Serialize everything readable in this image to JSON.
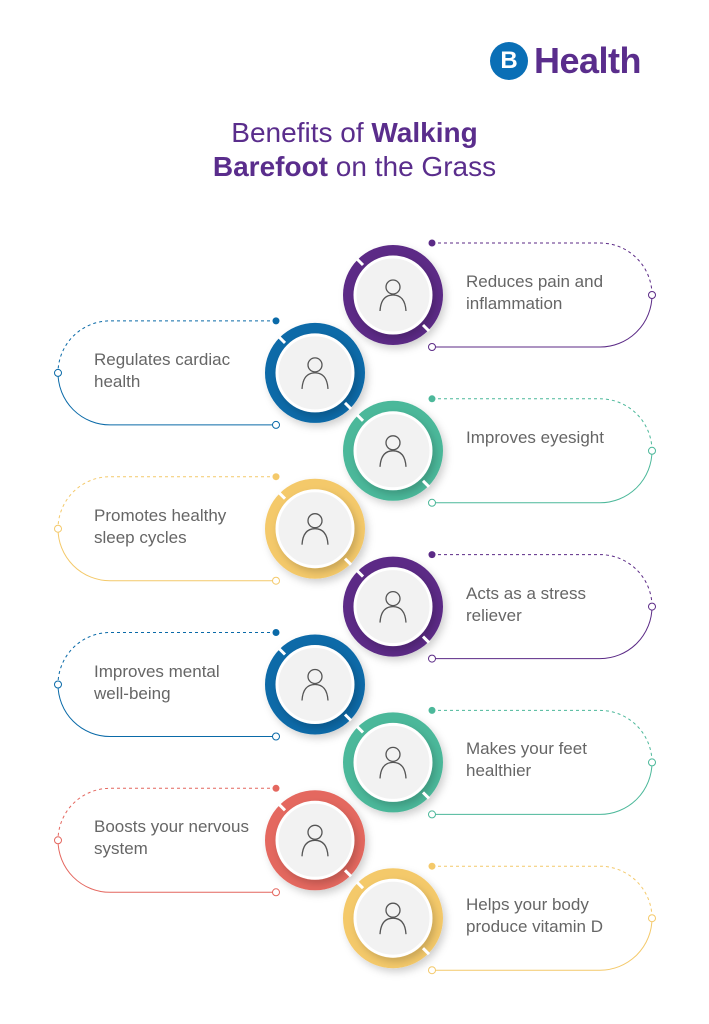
{
  "brand": {
    "logo_letter": "B",
    "name": "Health",
    "colors": {
      "purple": "#5a2d8c",
      "blue": "#0a6fb6"
    }
  },
  "title": {
    "bold1": "Benefits of ",
    "bold2": "Walking",
    "line2_bold": "Barefoot",
    "line2_rest": " on the Grass"
  },
  "items": [
    {
      "text": "Reduces pain and inflammation",
      "side": "right",
      "color": "#5b2a86",
      "icon": "back-pain-icon"
    },
    {
      "text": "Regulates cardiac health",
      "side": "left",
      "color": "#0a6aa8",
      "icon": "heart-icon"
    },
    {
      "text": "Improves eyesight",
      "side": "right",
      "color": "#4cb89a",
      "icon": "eye-icon"
    },
    {
      "text": "Promotes healthy sleep cycles",
      "side": "left",
      "color": "#f4c96a",
      "icon": "sleep-icon"
    },
    {
      "text": "Acts as a stress reliever",
      "side": "right",
      "color": "#5b2a86",
      "icon": "meditation-icon"
    },
    {
      "text": "Improves mental well-being",
      "side": "left",
      "color": "#0a6aa8",
      "icon": "brain-heart-icon"
    },
    {
      "text": "Makes your feet healthier",
      "side": "right",
      "color": "#4cb89a",
      "icon": "foot-icon"
    },
    {
      "text": "Boosts your nervous system",
      "side": "left",
      "color": "#e4675f",
      "icon": "nervous-system-icon"
    },
    {
      "text": "Helps your body produce vitamin D",
      "side": "right",
      "color": "#f4c96a",
      "icon": "sun-vitamin-d-icon"
    }
  ]
}
